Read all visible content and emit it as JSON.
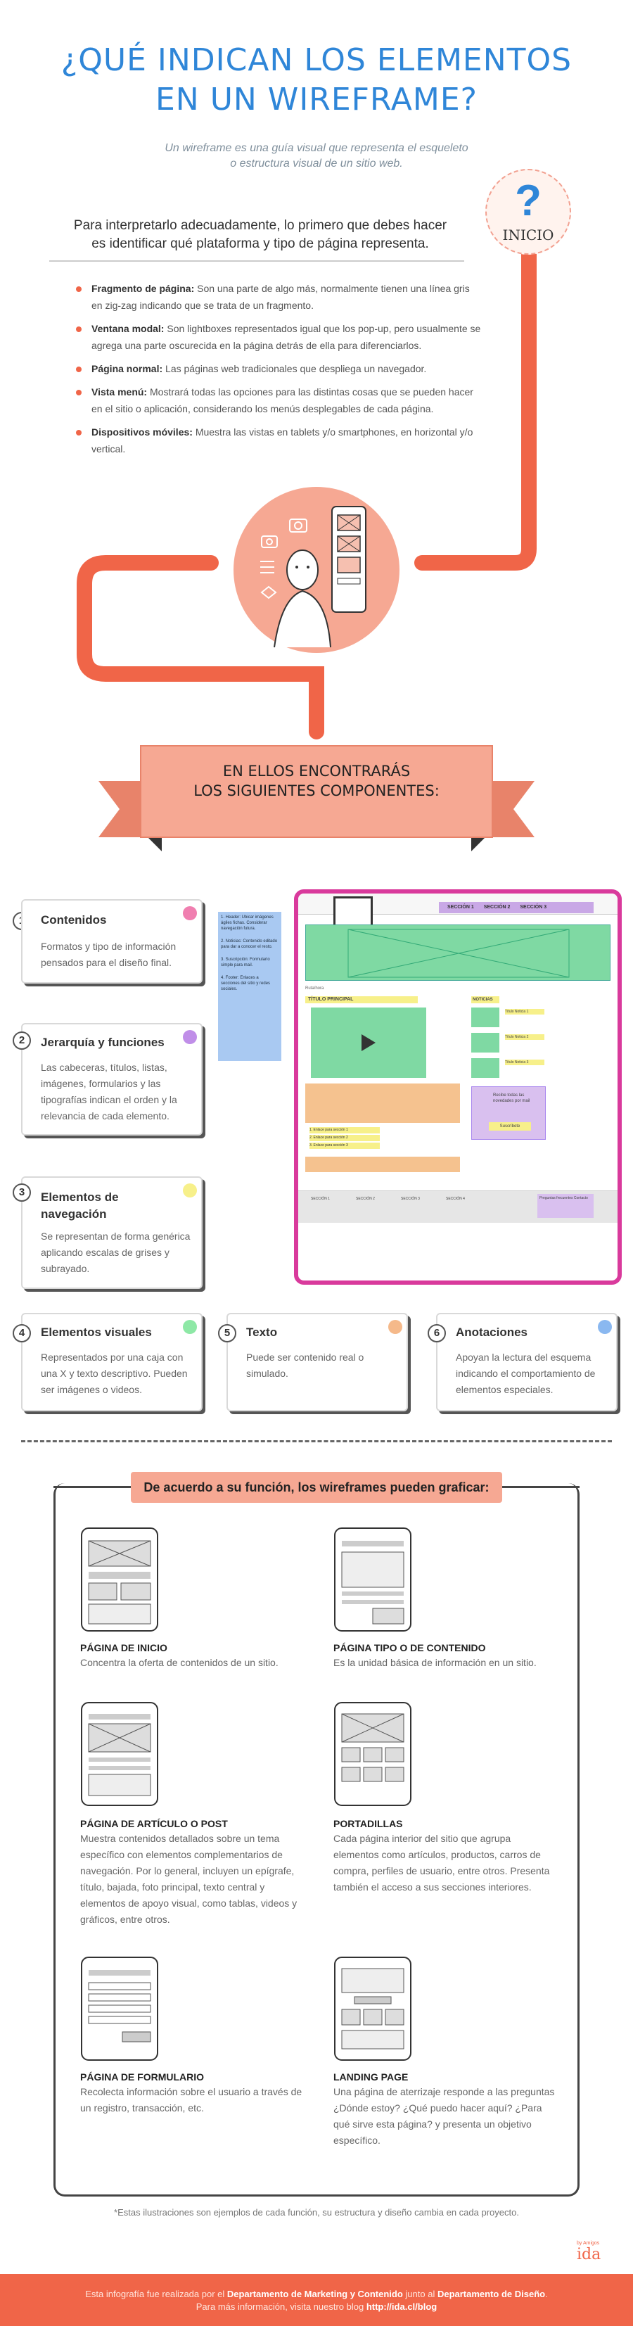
{
  "header": {
    "title_line1": "¿QUÉ INDICAN LOS ELEMENTOS",
    "title_line2": "EN UN WIREFRAME?",
    "subtitle_line1": "Un wireframe es una guía visual que representa el esqueleto",
    "subtitle_line2": "o estructura visual de un sitio web."
  },
  "start_badge": {
    "symbol": "?",
    "label": "INICIO"
  },
  "intro": {
    "line1": "Para interpretarlo adecuadamente, lo primero que debes hacer",
    "line2": "es identificar qué plataforma y tipo de página representa."
  },
  "bullets": [
    {
      "term": "Fragmento de página:",
      "text": " Son una parte de algo más, normalmente tienen una línea gris en zig-zag indicando que se trata de un fragmento."
    },
    {
      "term": "Ventana modal:",
      "text": " Son lightboxes representados igual que los pop-up, pero usualmente se agrega una parte oscurecida en la página detrás de ella para diferenciarlos."
    },
    {
      "term": "Página normal:",
      "text": " Las páginas web tradicionales que despliega un navegador."
    },
    {
      "term": "Vista menú:",
      "text": " Mostrará todas las opciones para las distintas cosas que se pueden hacer en el sitio o aplicación, considerando los menús desplegables de cada página."
    },
    {
      "term": "Dispositivos móviles:",
      "text": " Muestra las vistas en tablets y/o smartphones, en horizontal y/o vertical."
    }
  ],
  "ribbon": {
    "line1": "EN ELLOS ENCONTRARÁS",
    "line2": "LOS SIGUIENTES COMPONENTES:"
  },
  "components": [
    {
      "num": "1",
      "title": "Contenidos",
      "desc": "Formatos y tipo de información pensados para el diseño final.",
      "color": "#f07fb0"
    },
    {
      "num": "2",
      "title": "Jerarquía y funciones",
      "desc": "Las cabeceras, títulos, listas, imágenes, formularios y las tipografías indican el orden y la relevancia de cada elemento.",
      "color": "#c08ee8"
    },
    {
      "num": "3",
      "title": "Elementos de navegación",
      "desc": "Se representan de forma genérica aplicando escalas de grises y subrayado.",
      "color": "#f7f08a"
    },
    {
      "num": "4",
      "title": "Elementos visuales",
      "desc": "Representados por una caja con una X y texto descriptivo. Pueden ser imágenes o videos.",
      "color": "#8ee8a6"
    },
    {
      "num": "5",
      "title": "Texto",
      "desc": "Puede ser contenido real o simulado.",
      "color": "#f5b98a"
    },
    {
      "num": "6",
      "title": "Anotaciones",
      "desc": "Apoyan la lectura del esquema indicando el comportamiento de elementos especiales.",
      "color": "#8ab8f0"
    }
  ],
  "wireframe_sample": {
    "nav": [
      "SECCIÓN 1",
      "SECCIÓN 2",
      "SECCIÓN 3"
    ],
    "breadcrumb": "Ruta/hora",
    "main_title": "TÍTULO PRINCIPAL",
    "news_title": "NOTICIAS",
    "news_items": [
      "Título Noticia 1",
      "Título Noticia 2",
      "Título Noticia 3"
    ],
    "links": [
      "1. Enlace para sección 1",
      "2. Enlace para sección 2",
      "3. Enlace para sección 3"
    ],
    "newsletter": "Recibe todas las novedades por mail",
    "subscribe": "Suscríbete",
    "footer_sections": [
      "SECCIÓN 1",
      "SECCIÓN 2",
      "SECCIÓN 3",
      "SECCIÓN 4"
    ],
    "footer_box": "Preguntas frecuentes Contacto",
    "notes": [
      "1. Header: Ubicar imágenes ágiles fichas. Considerar navegación futura.",
      "2. Noticias: Contenido editado para dar a conocer el resto.",
      "3. Suscripción: Formulario simple para mail.",
      "4. Footer: Enlaces a secciones del sitio y redes sociales."
    ]
  },
  "functions": {
    "banner": "De acuerdo a su función, los wireframes pueden graficar:",
    "items": [
      {
        "name": "PÁGINA DE INICIO",
        "desc": "Concentra la oferta de contenidos de un sitio."
      },
      {
        "name": "PÁGINA TIPO O DE CONTENIDO",
        "desc": "Es la unidad básica de información en un sitio."
      },
      {
        "name": "PÁGINA DE ARTÍCULO O POST",
        "desc": "Muestra contenidos detallados sobre un tema específico con elementos complementarios de navegación. Por lo general, incluyen un epígrafe, título, bajada, foto principal, texto central y elementos de apoyo visual, como tablas, videos y gráficos, entre otros."
      },
      {
        "name": "PORTADILLAS",
        "desc": "Cada página interior del sitio que agrupa elementos como artículos, productos, carros de compra, perfiles de usuario, entre otros. Presenta también el acceso a sus secciones interiores."
      },
      {
        "name": "PÁGINA DE FORMULARIO",
        "desc": "Recolecta información sobre el usuario a través de un registro, transacción, etc."
      },
      {
        "name": "LANDING PAGE",
        "desc": "Una página de aterrizaje responde a las preguntas ¿Dónde estoy? ¿Qué puedo hacer aquí? ¿Para qué sirve esta página? y presenta un objetivo específico."
      }
    ]
  },
  "footnote": "*Estas ilustraciones son ejemplos de cada función, su estructura y diseño cambia en cada proyecto.",
  "footer": {
    "line1_pre": "Esta infografía fue realizada por el ",
    "dept1": "Departamento de Marketing y Contenido",
    "line1_mid": " junto al ",
    "dept2": "Departamento de Diseño",
    "line1_end": ".",
    "line2_pre": "Para más información, visita nuestro blog ",
    "blog": "http://ida.cl/blog"
  },
  "logo": {
    "small": "by Amigos",
    "text": "ida"
  },
  "colors": {
    "accent": "#f06548",
    "title_blue": "#2f86d8",
    "salmon": "#f6a893"
  }
}
